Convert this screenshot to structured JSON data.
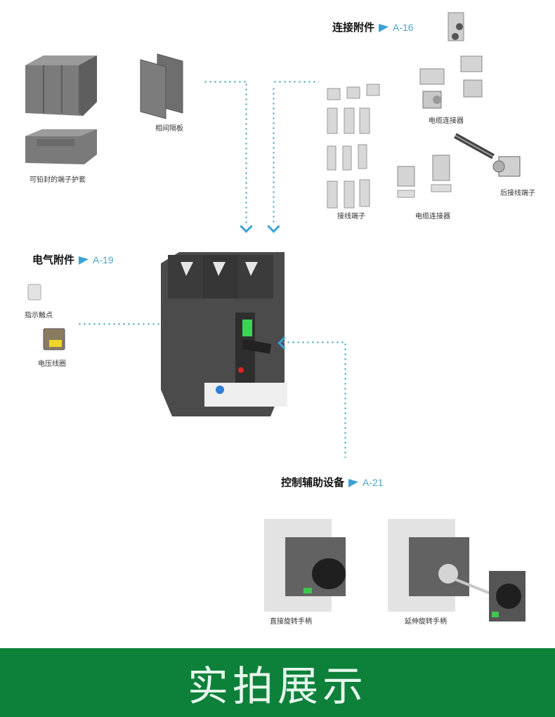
{
  "sections": {
    "connection": {
      "title": "连接附件",
      "ref": "A-16"
    },
    "electrical": {
      "title": "电气附件",
      "ref": "A-19"
    },
    "control": {
      "title": "控制辅助设备",
      "ref": "A-21"
    }
  },
  "captions": {
    "terminal_cover": "可铅封的端子护套",
    "phase_barrier": "相间隔板",
    "terminal_lugs": "接线端子",
    "cable_connector_top": "电缆连接器",
    "cable_connector_bottom": "电缆连接器",
    "rear_terminal": "后接线端子",
    "indicator_contact": "指示触点",
    "voltage_coil": "电压线圈",
    "direct_rotary_handle": "直接旋转手柄",
    "extended_rotary_handle": "延伸旋转手柄"
  },
  "banner": {
    "text": "实拍展示"
  },
  "colors": {
    "accent_arrow": "#3aa3d4",
    "ref_text": "#4aa6c8",
    "banner_bg": "#0d803a",
    "banner_text": "#e6f7ec"
  }
}
